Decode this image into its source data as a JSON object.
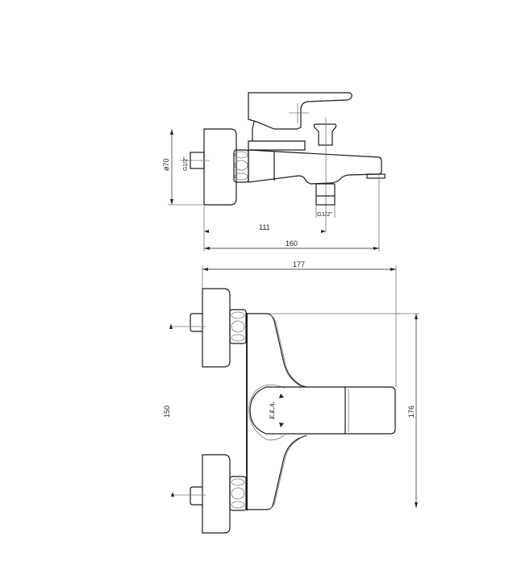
{
  "drawing": {
    "subject": "Wall-mounted bath mixer with diverter",
    "views": [
      "side-view",
      "front-view"
    ],
    "side_view": {
      "dimensions": {
        "flange_diameter": "ø70",
        "inlet_thread": "G1/2\"",
        "outlet_thread": "G1/2\"",
        "inlet_to_outlet": "111",
        "overall_depth": "160"
      }
    },
    "front_view": {
      "dimensions": {
        "overall_width": "177",
        "inlet_centers": "150",
        "overall_height": "176"
      },
      "brand_mark": "E.E.A."
    },
    "colors": {
      "line": "#1a1a1a",
      "dimension_line": "#555555",
      "background": "#ffffff"
    }
  }
}
